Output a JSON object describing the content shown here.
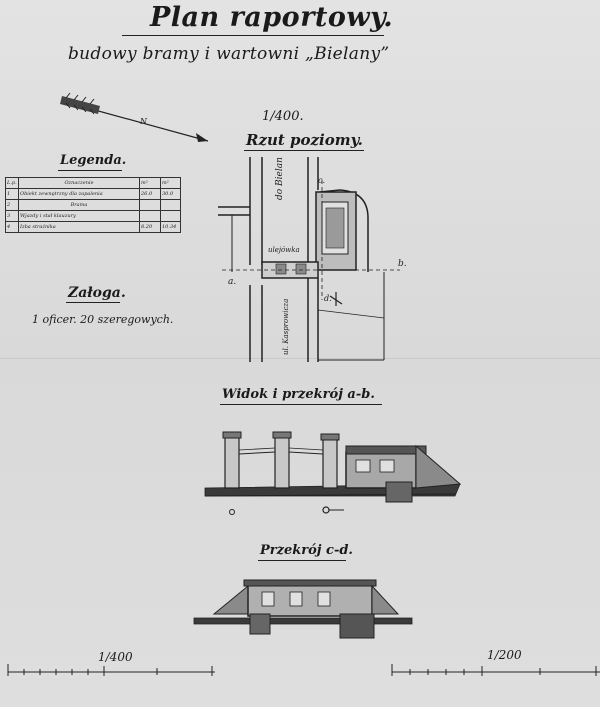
{
  "document": {
    "title": "Plan raportowy.",
    "subtitle": "budowy bramy i wartowni „Bielany”",
    "scale_top": "1/400.",
    "plan_heading": "Rzut poziomy.",
    "legend": {
      "title": "Legenda.",
      "header": [
        "L.p.",
        "Oznaczenie",
        "m²",
        "m²"
      ],
      "rows": [
        [
          "1",
          "Obiekt zewnętrzny dla zapalenia",
          "26.0",
          "30.0"
        ],
        [
          "2",
          "Brama",
          "",
          ""
        ],
        [
          "3",
          "Wjazdy i stał klauzury",
          "",
          ""
        ],
        [
          "4",
          "Izba strażnika",
          "8.20",
          "10.34"
        ]
      ]
    },
    "garrison": {
      "title": "Załoga.",
      "text": "1 oficer. 20 szeregowych."
    },
    "view_heading": "Widok i przekrój a-b.",
    "section_heading": "Przekrój c-d.",
    "scale_bottom_left": "1/400",
    "scale_bottom_right": "1/200",
    "plan_labels": {
      "road_label": "do Bielan",
      "street_left": "ul. Kasprowicza",
      "gate_label": "ulejówka",
      "point_a": "a.",
      "point_b": "b.",
      "point_c": "c.",
      "point_d": "d."
    }
  }
}
